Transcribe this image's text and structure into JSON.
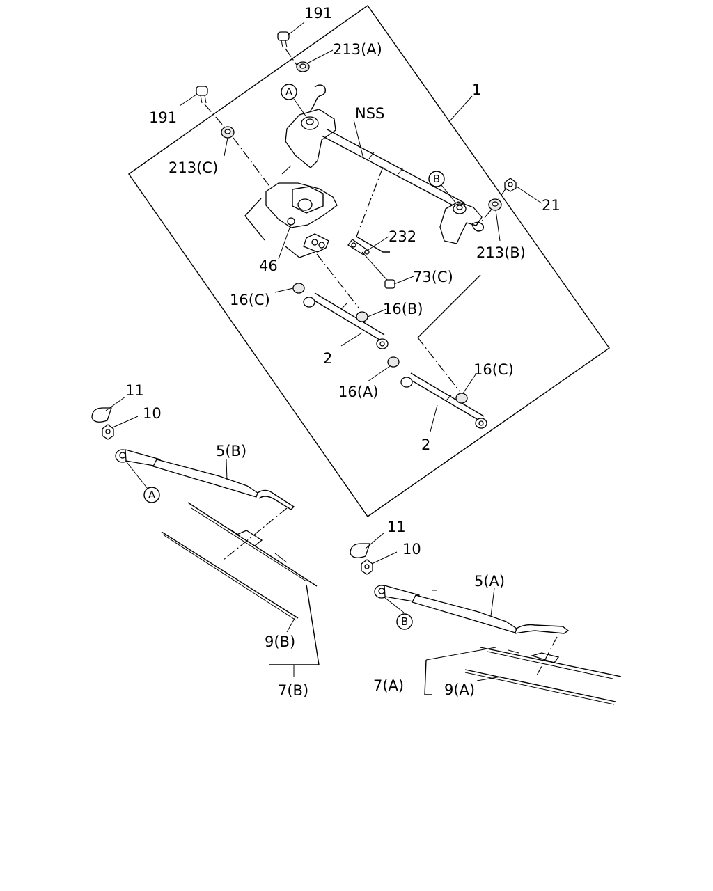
{
  "labels": {
    "p191_top": "191",
    "p213a": "213(A)",
    "p191_left": "191",
    "p1": "1",
    "nss": "NSS",
    "p213c": "213(C)",
    "p21": "21",
    "p213b": "213(B)",
    "p232": "232",
    "p46": "46",
    "p73c": "73(C)",
    "p16c_left": "16(C)",
    "p16b": "16(B)",
    "p2_upper": "2",
    "p16a": "16(A)",
    "p16c_right": "16(C)",
    "p2_lower": "2",
    "p11_left": "11",
    "p10_left": "10",
    "p5b": "5(B)",
    "p9b": "9(B)",
    "p7b": "7(B)",
    "p11_right": "11",
    "p10_right": "10",
    "p5a": "5(A)",
    "p7a": "7(A)",
    "p9a": "9(A)"
  },
  "callouts": {
    "a_top": "A",
    "b_top": "B",
    "a_arm": "A",
    "b_arm": "B"
  }
}
